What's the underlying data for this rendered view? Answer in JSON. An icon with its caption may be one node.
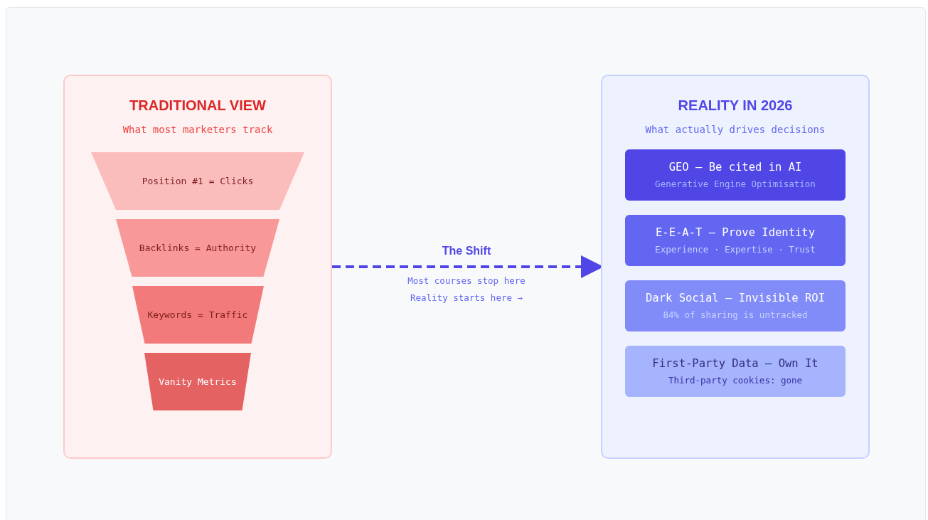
{
  "diagram": {
    "nodes": [
      {
        "text": [
          "TRADITIONAL VIEW",
          "What most marketers track"
        ]
      },
      {
        "text": [
          "Position #1 = Clicks"
        ],
        "in": 0
      },
      {
        "text": [
          "Backlinks = Authority"
        ],
        "in": 0
      },
      {
        "text": [
          "Keywords = Traffic"
        ],
        "in": 0
      },
      {
        "text": [
          "Vanity Metrics"
        ],
        "in": 0
      },
      {
        "text": [
          "REALITY IN 2026",
          "What actually drives decisions"
        ]
      },
      {
        "text": [
          "GEO — Be cited in AI",
          "Generative Engine Optimisation"
        ],
        "in": 5
      },
      {
        "text": [
          "E-E-A-T — Prove Identity",
          "Experience · Expertise · Trust"
        ],
        "in": 5
      },
      {
        "text": [
          "Dark Social — Invisible ROI",
          "84% of sharing is untracked"
        ],
        "in": 5
      },
      {
        "text": [
          "First-Party Data — Own It",
          "Third-party cookies: gone"
        ],
        "in": 5
      }
    ],
    "edges": [
      {
        "from": 0,
        "to": 5,
        "arrow": "to",
        "label": "The Shift",
        "style": "dashed"
      }
    ],
    "labels": [
      "Most courses stop here",
      "Reality starts here →"
    ]
  }
}
